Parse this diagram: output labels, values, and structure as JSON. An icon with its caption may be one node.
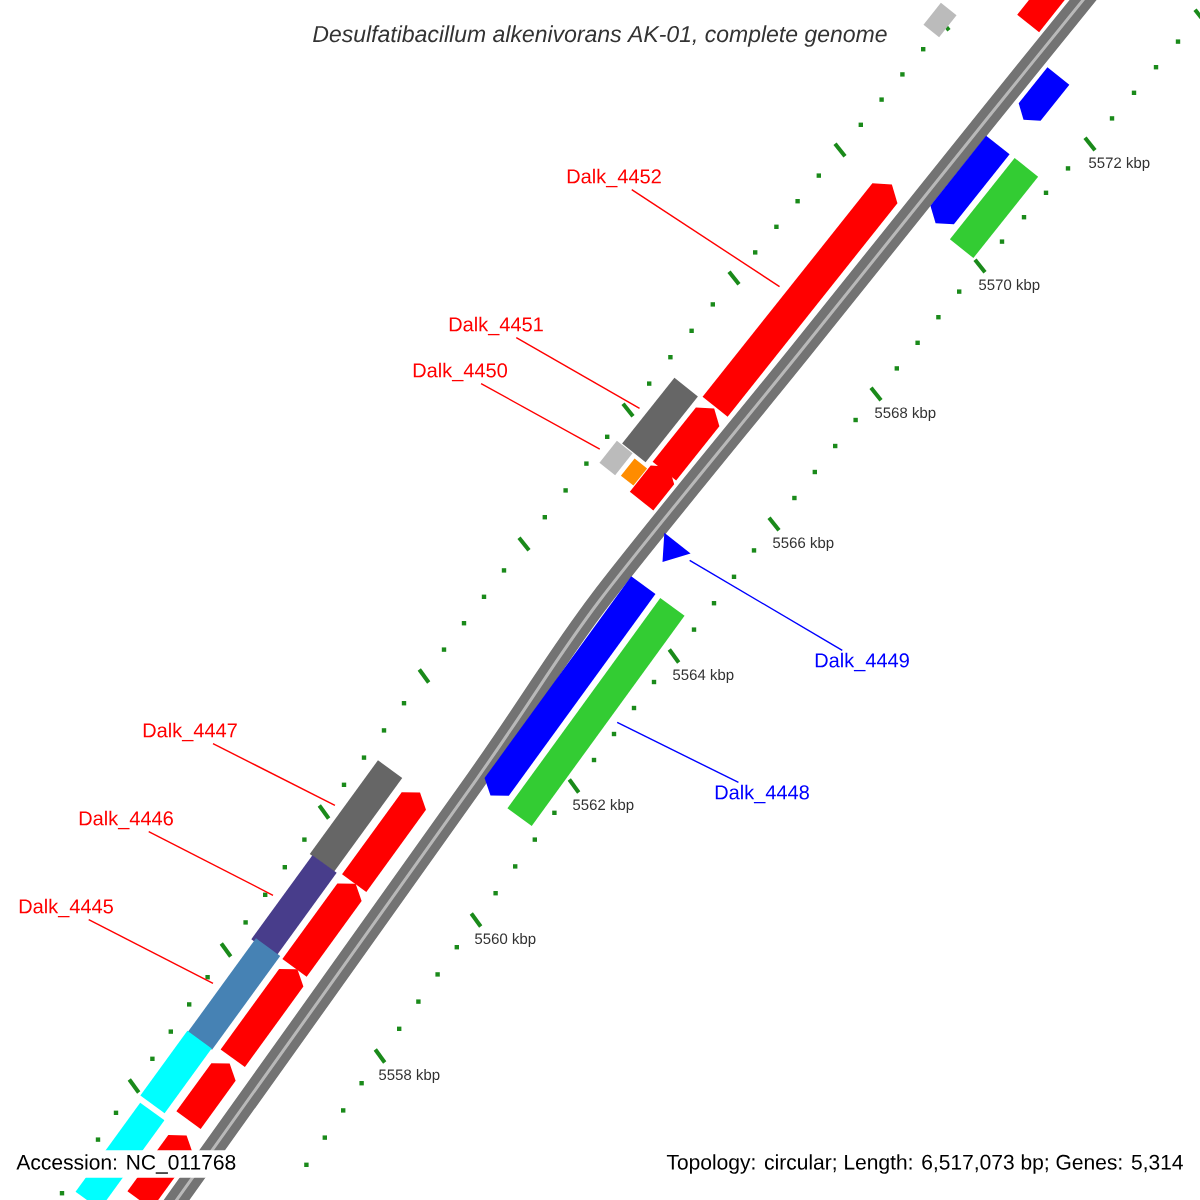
{
  "diagram": {
    "title": "Desulfatibacillum alkenivorans AK-01, complete genome",
    "nodes": [
      {
        "text": [
          "Dalk_4452"
        ]
      },
      {
        "text": [],
        "shape": "pentagon"
      },
      {
        "text": [
          "Dalk_4451"
        ]
      },
      {
        "text": [],
        "shape": "bar"
      },
      {
        "text": [
          "Dalk_4450"
        ]
      },
      {
        "text": [],
        "shape": "bar"
      },
      {
        "text": [
          "Dalk_4449"
        ]
      },
      {
        "text": [],
        "shape": "triangle"
      },
      {
        "text": [
          "Dalk_4448"
        ]
      },
      {
        "text": [],
        "shape": "bar"
      },
      {
        "text": [
          "Dalk_4447"
        ]
      },
      {
        "text": [],
        "shape": "bar"
      },
      {
        "text": [
          "Dalk_4446"
        ]
      },
      {
        "text": [],
        "shape": "bar"
      },
      {
        "text": [
          "Dalk_4445"
        ]
      },
      {
        "text": [],
        "shape": "bar"
      },
      {
        "text": [],
        "shape": "pentagon"
      },
      {
        "text": [],
        "shape": "bar"
      },
      {
        "text": [],
        "shape": "pentagon"
      },
      {
        "text": [],
        "shape": "pentagon"
      },
      {
        "text": [],
        "shape": "bar"
      },
      {
        "text": [],
        "shape": "pentagon"
      },
      {
        "text": [],
        "shape": "bar"
      },
      {
        "text": [],
        "shape": "pentagon"
      },
      {
        "text": [],
        "shape": "pentagon"
      },
      {
        "text": [],
        "shape": "pentagon"
      },
      {
        "text": [],
        "shape": "pentagon"
      },
      {
        "text": [],
        "shape": "pentagon"
      },
      {
        "text": [],
        "shape": "bar"
      },
      {
        "text": [],
        "shape": "pentagon"
      },
      {
        "text": [],
        "shape": "bar"
      },
      {
        "text": [],
        "shape": "pentagon"
      }
    ],
    "edges": [
      {
        "from": 0,
        "to": 1,
        "arrow": "none"
      },
      {
        "from": 2,
        "to": 3,
        "arrow": "none"
      },
      {
        "from": 4,
        "to": 5,
        "arrow": "none"
      },
      {
        "from": 6,
        "to": 7,
        "arrow": "none",
        "color": "#0000ff"
      },
      {
        "from": 8,
        "to": 9,
        "arrow": "none",
        "color": "#0000ff"
      },
      {
        "from": 10,
        "to": 11,
        "arrow": "none"
      },
      {
        "from": 12,
        "to": 13,
        "arrow": "none"
      },
      {
        "from": 14,
        "to": 15,
        "arrow": "none"
      }
    ],
    "labels": [
      "5572 kbp",
      "5570 kbp",
      "5568 kbp",
      "5566 kbp",
      "5564 kbp",
      "5562 kbp",
      "5560 kbp",
      "5558 kbp",
      "Accession: NC_011768",
      "Topology: circular; Length: 6,517,073 bp; Genes: 5,314"
    ]
  }
}
